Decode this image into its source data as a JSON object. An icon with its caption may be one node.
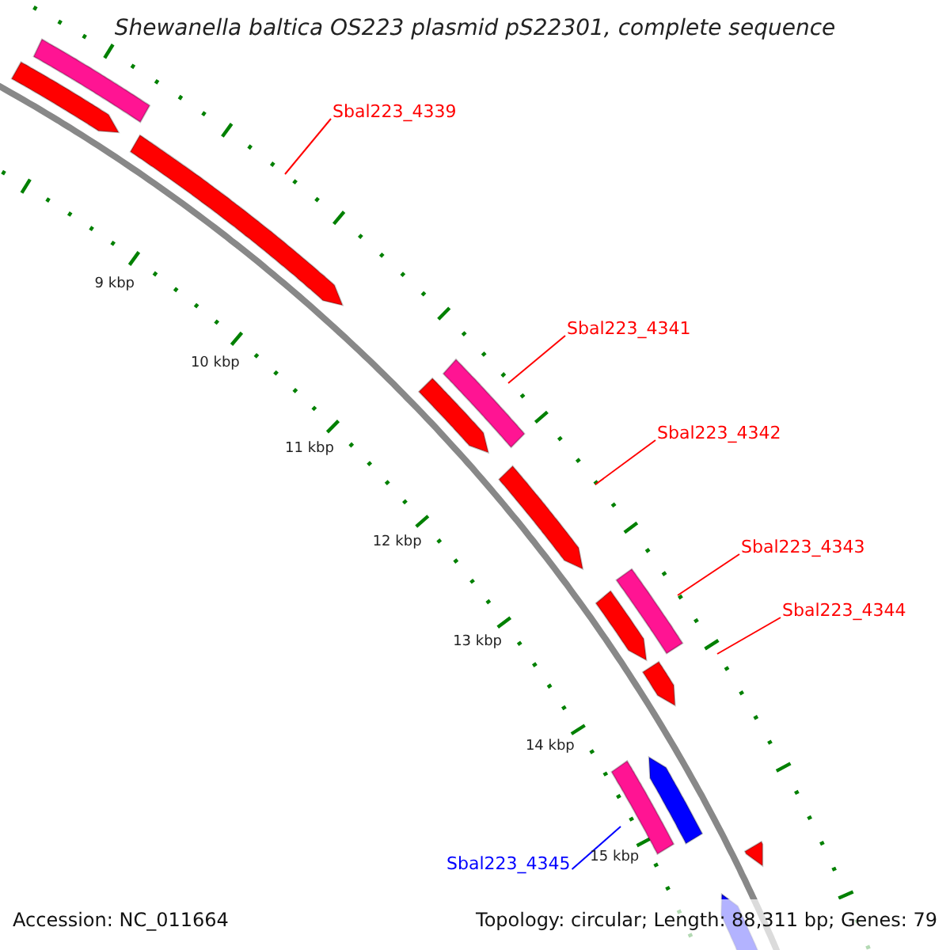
{
  "diagram": {
    "title": "Shewanella baltica OS223 plasmid pS22301, complete sequence",
    "nodes": [
      {
        "text": [
          "Sbal223_4339"
        ]
      },
      {
        "text": [
          "Sbal223_4341"
        ]
      },
      {
        "text": [
          "Sbal223_4342"
        ]
      },
      {
        "text": [
          "Sbal223_4343"
        ]
      },
      {
        "text": [
          "Sbal223_4344"
        ]
      },
      {
        "text": [
          "Sbal223_4345"
        ]
      }
    ],
    "edges": [
      {
        "from": 0,
        "to": null,
        "arrow": "none"
      },
      {
        "from": 1,
        "to": null,
        "arrow": "none"
      },
      {
        "from": 2,
        "to": null,
        "arrow": "none"
      },
      {
        "from": 3,
        "to": null,
        "arrow": "none"
      },
      {
        "from": 4,
        "to": null,
        "arrow": "none"
      },
      {
        "from": 5,
        "to": null,
        "arrow": "none",
        "color": "#0000ff"
      }
    ],
    "labels": [
      "9 kbp",
      "10 kbp",
      "11 kbp",
      "12 kbp",
      "13 kbp",
      "14 kbp",
      "15 kbp",
      "Accession: NC_011664",
      "Topology: circular; Length: 88,311 bp; Genes: 79"
    ]
  }
}
